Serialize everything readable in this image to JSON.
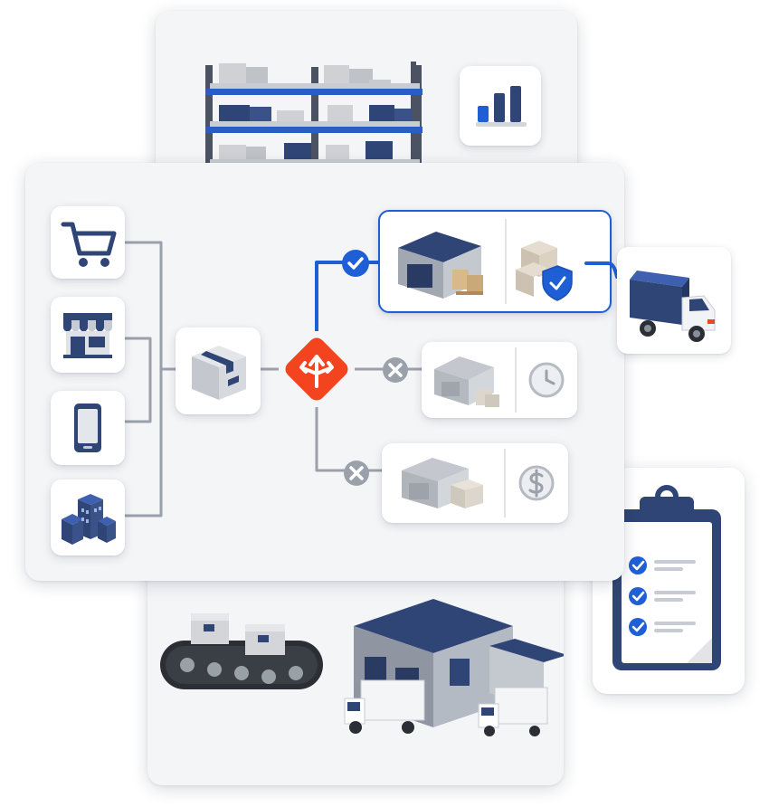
{
  "diagram": {
    "sources": [
      {
        "id": "online-store",
        "icon": "shopping-cart-icon"
      },
      {
        "id": "retail-store",
        "icon": "storefront-icon"
      },
      {
        "id": "mobile-app",
        "icon": "smartphone-icon"
      },
      {
        "id": "enterprise",
        "icon": "office-buildings-icon"
      }
    ],
    "hub": {
      "icon": "package-icon"
    },
    "router": {
      "icon": "split-arrows-icon",
      "color": "#f4431f"
    },
    "routes": [
      {
        "id": "selected",
        "status": "approved",
        "warehouse_icon": "warehouse-icon",
        "criterion_icon": "secure-package-icon",
        "line_color": "#1f5fd6"
      },
      {
        "id": "rejected-time",
        "status": "rejected",
        "warehouse_icon": "warehouse-gray-icon",
        "criterion_icon": "clock-icon",
        "line_color": "#9aa1ab"
      },
      {
        "id": "rejected-cost",
        "status": "rejected",
        "warehouse_icon": "warehouse-gray-icon",
        "criterion_icon": "dollar-icon",
        "line_color": "#9aa1ab"
      }
    ],
    "destination": {
      "icon": "delivery-truck-icon"
    }
  },
  "colors": {
    "navy": "#2f4576",
    "blue_accent": "#1f5fd6",
    "orange": "#f4431f",
    "gray_line": "#9aa1ab"
  },
  "side_panels": {
    "analytics": {
      "icon": "bar-chart-icon"
    },
    "checklist": {
      "icon": "clipboard-checklist-icon",
      "checked_items": 3
    }
  }
}
